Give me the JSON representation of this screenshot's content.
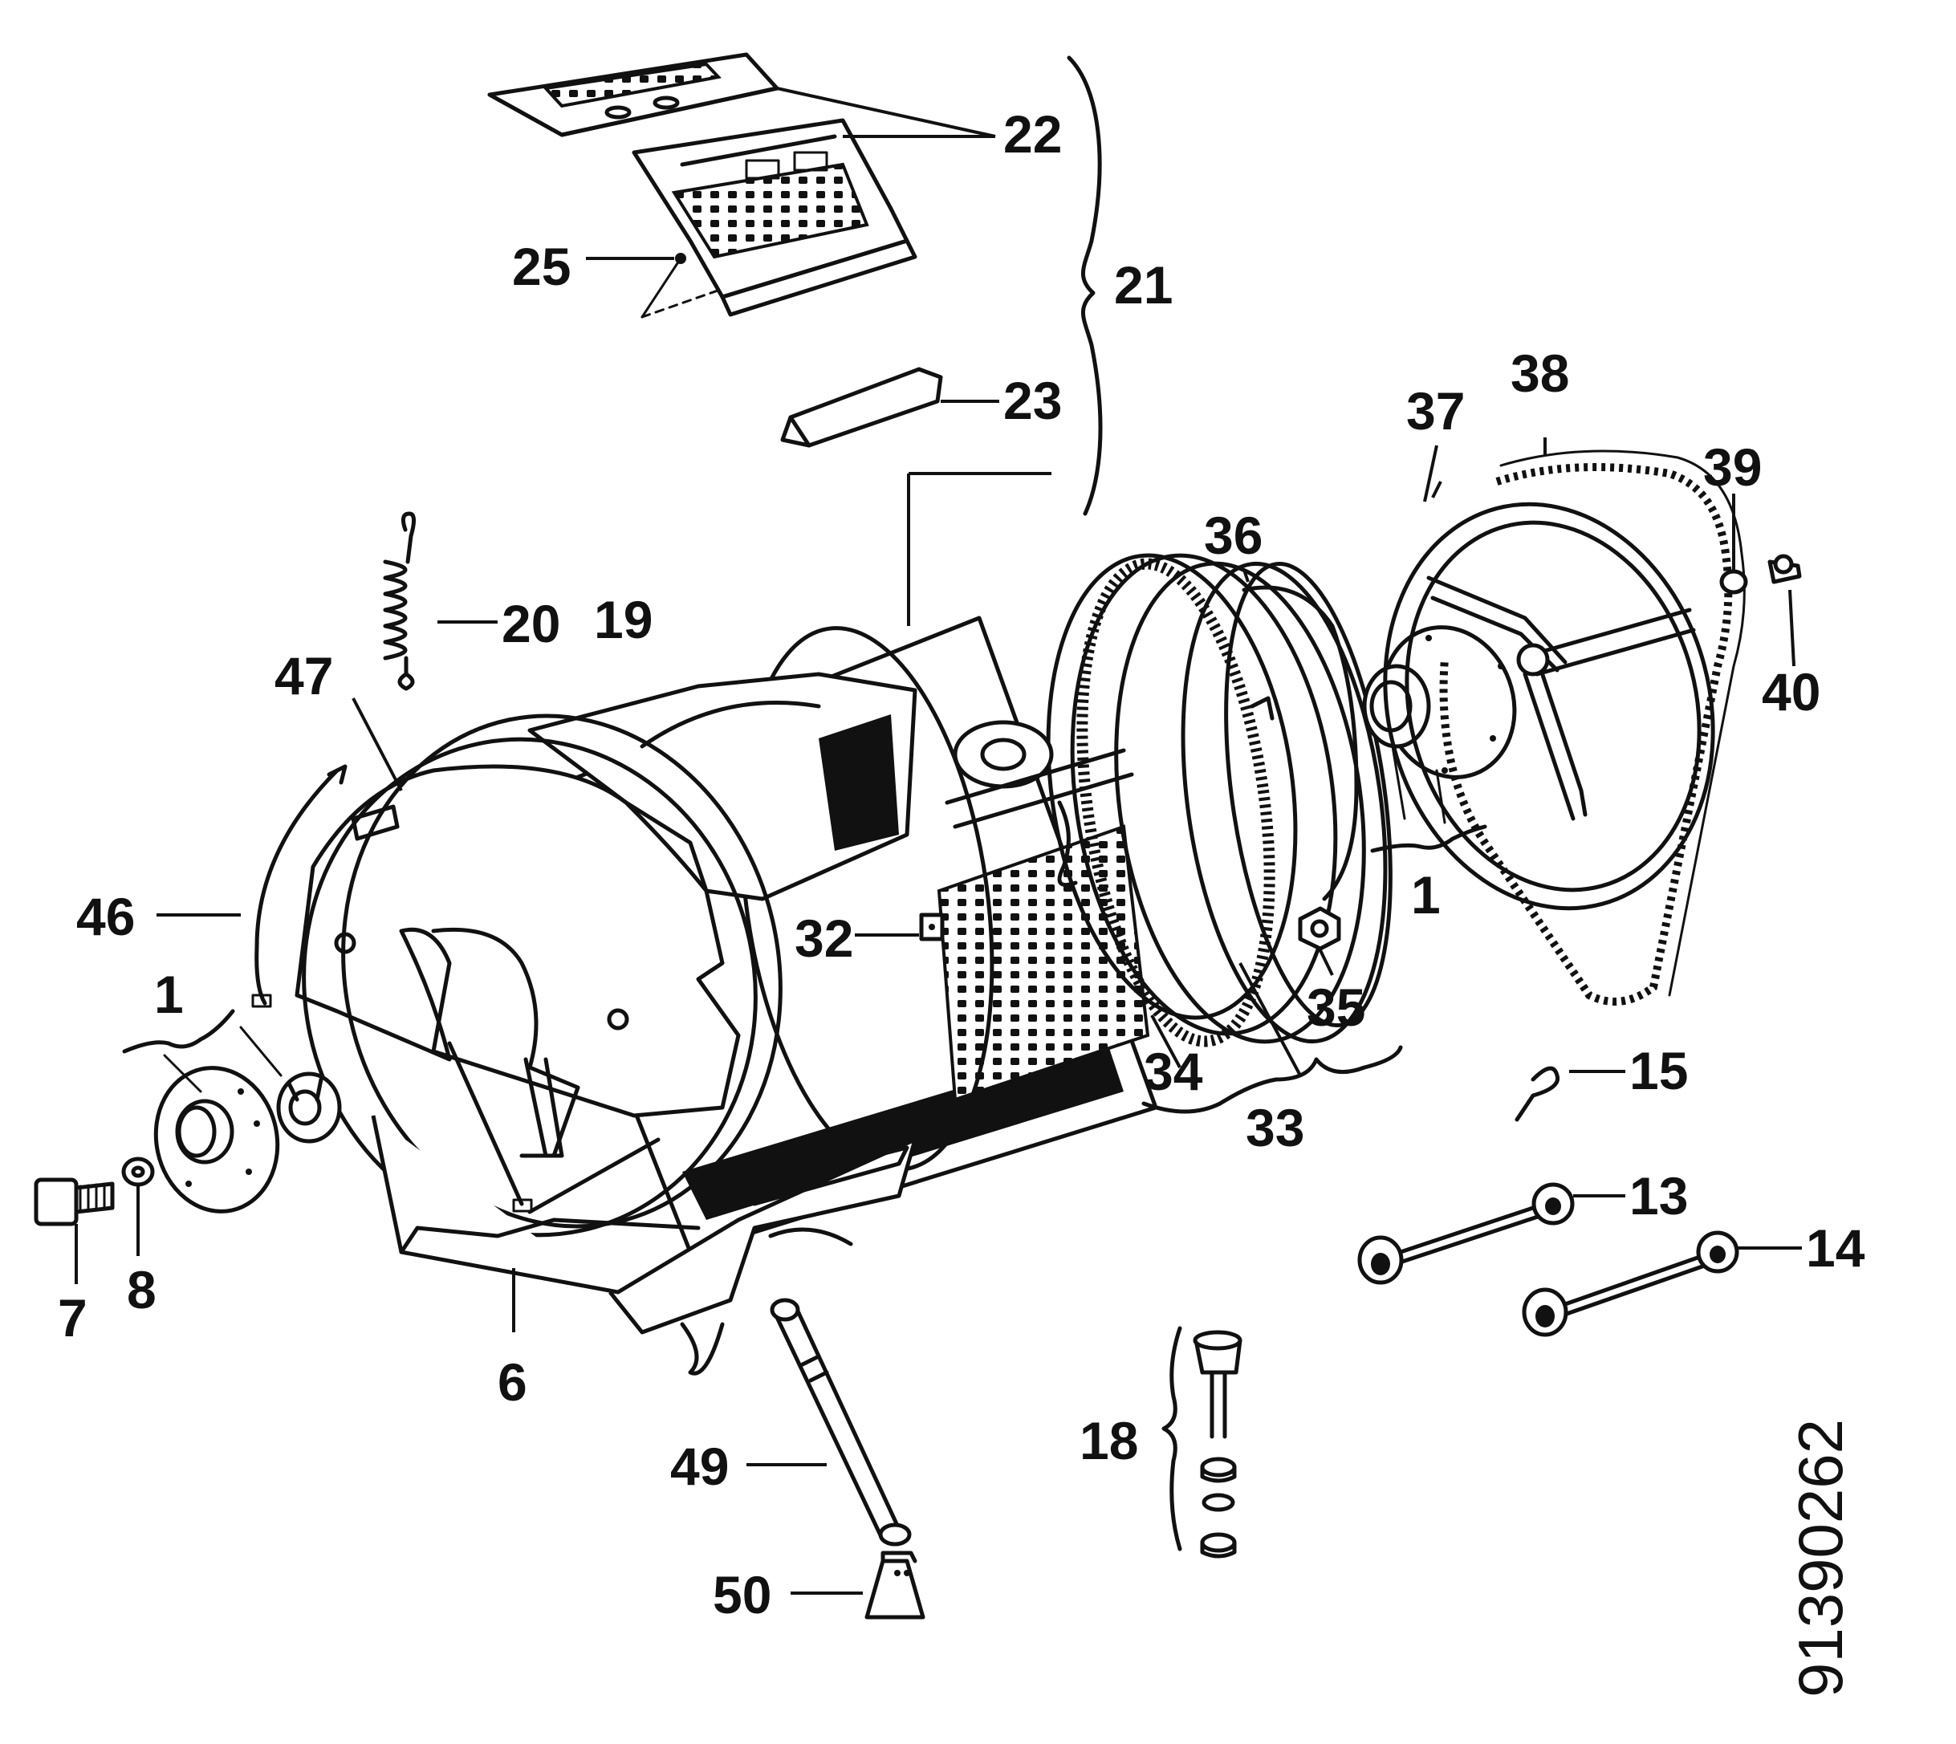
{
  "colors": {
    "ink": "#111111",
    "paper": "#ffffff"
  },
  "document_number": "91390262",
  "callouts": {
    "c1a": "1",
    "c1b": "1",
    "c6": "6",
    "c7": "7",
    "c8": "8",
    "c13": "13",
    "c14": "14",
    "c15": "15",
    "c18": "18",
    "c19": "19",
    "c20": "20",
    "c21": "21",
    "c22": "22",
    "c23": "23",
    "c25": "25",
    "c32": "32",
    "c33": "33",
    "c34": "34",
    "c35": "35",
    "c36": "36",
    "c37": "37",
    "c38": "38",
    "c39": "39",
    "c40": "40",
    "c46": "46",
    "c47": "47",
    "c49": "49",
    "c50": "50"
  }
}
